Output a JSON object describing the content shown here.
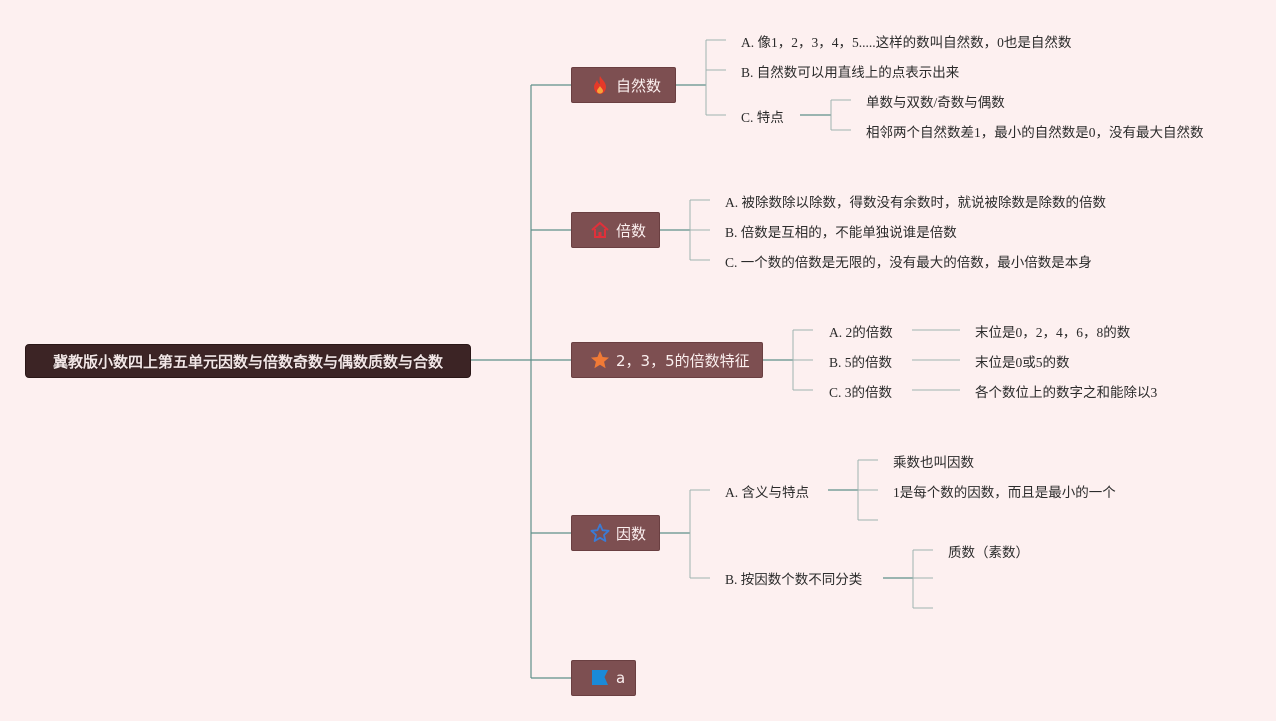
{
  "root": {
    "label": "冀教版小数四上第五单元因数与倍数奇数与偶数质数与合数"
  },
  "branches": [
    {
      "label": "自然数",
      "icon": "fire-icon",
      "icon_color": "#e53929",
      "children": [
        {
          "label": "A. 像1，2，3，4，5.....这样的数叫自然数，0也是自然数"
        },
        {
          "label": "B. 自然数可以用直线上的点表示出来"
        },
        {
          "label": "C. 特点",
          "children": [
            {
              "label": "单数与双数/奇数与偶数"
            },
            {
              "label": "相邻两个自然数差1，最小的自然数是0，没有最大自然数"
            }
          ]
        }
      ]
    },
    {
      "label": "倍数",
      "icon": "home-icon",
      "icon_color": "#e0303a",
      "children": [
        {
          "label": "A. 被除数除以除数，得数没有余数时，就说被除数是除数的倍数"
        },
        {
          "label": "B. 倍数是互相的，不能单独说谁是倍数"
        },
        {
          "label": "C. 一个数的倍数是无限的，没有最大的倍数，最小倍数是本身"
        }
      ]
    },
    {
      "label": "2，3，5的倍数特征",
      "icon": "star-filled-icon",
      "icon_color": "#f07a36",
      "children": [
        {
          "label": "A. 2的倍数",
          "children": [
            {
              "label": "末位是0，2，4，6，8的数"
            }
          ]
        },
        {
          "label": "B. 5的倍数",
          "children": [
            {
              "label": "末位是0或5的数"
            }
          ]
        },
        {
          "label": "C. 3的倍数",
          "children": [
            {
              "label": "各个数位上的数字之和能除以3"
            }
          ]
        }
      ]
    },
    {
      "label": "因数",
      "icon": "star-outline-icon",
      "icon_color": "#3a7bd5",
      "children": [
        {
          "label": "A. 含义与特点",
          "children": [
            {
              "label": "乘数也叫因数"
            },
            {
              "label": "1是每个数的因数，而且是最小的一个"
            },
            {
              "label": ""
            }
          ]
        },
        {
          "label": "B. 按因数个数不同分类",
          "children": [
            {
              "label": "质数（素数）"
            },
            {
              "label": ""
            },
            {
              "label": ""
            }
          ]
        }
      ]
    },
    {
      "label": "a",
      "icon": "flag-icon",
      "icon_color": "#1a8ad8",
      "children": []
    }
  ]
}
